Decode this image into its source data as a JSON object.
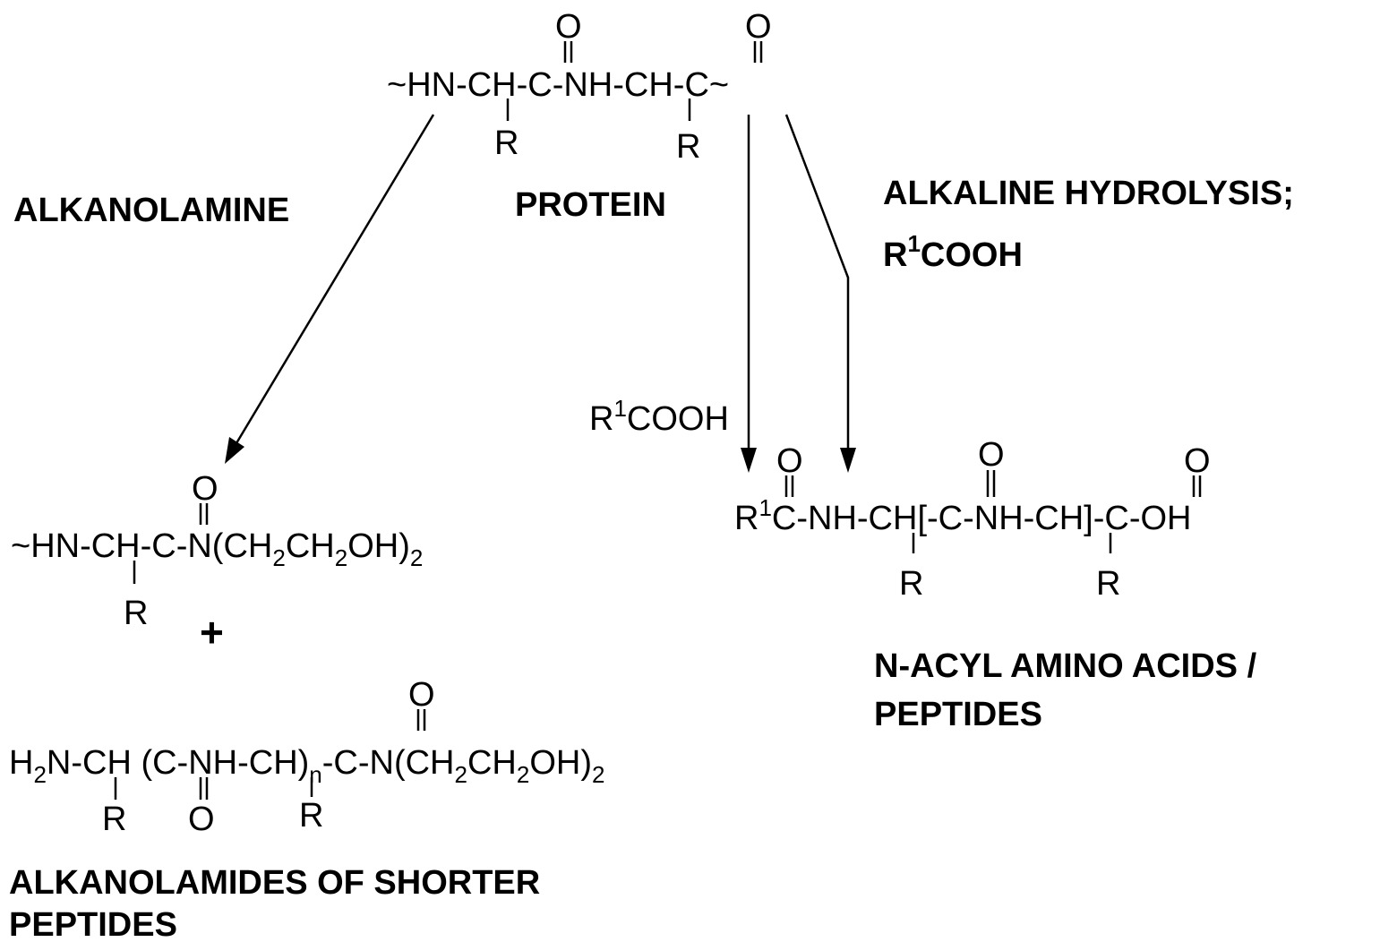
{
  "protein": {
    "o1": "O",
    "o2": "O",
    "chain": "~HN-CH-C-NH-CH-C~",
    "r1": "R",
    "r2": "R",
    "label": "PROTEIN"
  },
  "left_reagent": "ALKANOLAMINE",
  "right_reagent": {
    "line1": "ALKALINE HYDROLYSIS;",
    "line2_r": "R",
    "line2_sup": "1",
    "line2_rest": "COOH"
  },
  "side_reagent": {
    "r": "R",
    "sup": "1",
    "rest": "COOH"
  },
  "product_left_1": {
    "o": "O",
    "chain_a": "~HN-CH-C-N(CH",
    "s1": "2",
    "chain_b": "CH",
    "s2": "2",
    "chain_c": "OH)",
    "s3": "2",
    "r": "R"
  },
  "plus": "+",
  "product_left_2": {
    "o_top": "O",
    "h": "H",
    "s0": "2",
    "chain_a": "N-CH (C-NH-CH)",
    "n": "n",
    "chain_b": "-C-N(CH",
    "s1": "2",
    "chain_c": "CH",
    "s2": "2",
    "chain_d": "OH)",
    "s3": "2",
    "r1": "R",
    "o_bottom": "O",
    "r2": "R"
  },
  "product_left_label": {
    "line1": "ALKANOLAMIDES  OF SHORTER",
    "line2": "PEPTIDES"
  },
  "product_right": {
    "o1": "O",
    "o2": "O",
    "o3": "O",
    "r": "R",
    "sup": "1",
    "chain": "C-NH-CH[-C-NH-CH]-C-OH",
    "r1": "R",
    "r2": "R"
  },
  "product_right_label": {
    "line1": "N-ACYL  AMINO ACIDS /",
    "line2": "PEPTIDES"
  }
}
